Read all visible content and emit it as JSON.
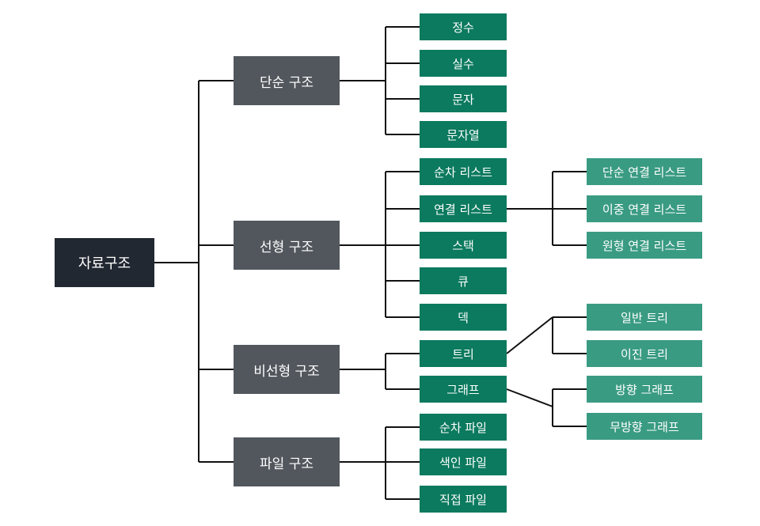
{
  "diagram": {
    "root": "자료구조",
    "simple": {
      "label": "단순 구조",
      "children": [
        "정수",
        "실수",
        "문자",
        "문자열"
      ]
    },
    "linear": {
      "label": "선형 구조",
      "children": [
        "순차 리스트",
        "연결 리스트",
        "스택",
        "큐",
        "덱"
      ],
      "linked_list_children": [
        "단순 연결 리스트",
        "이중 연결 리스트",
        "원형 연결 리스트"
      ]
    },
    "nonlinear": {
      "label": "비선형 구조",
      "children": [
        "트리",
        "그래프"
      ],
      "tree_children": [
        "일반 트리",
        "이진 트리"
      ],
      "graph_children": [
        "방향 그래프",
        "무방향 그래프"
      ]
    },
    "file": {
      "label": "파일 구조",
      "children": [
        "순차 파일",
        "색인 파일",
        "직접 파일"
      ]
    },
    "colors": {
      "root": "#222831",
      "level1": "#52575d",
      "level2": "#0b7a5f",
      "level3": "#3a9b83",
      "connector": "#111111"
    }
  }
}
